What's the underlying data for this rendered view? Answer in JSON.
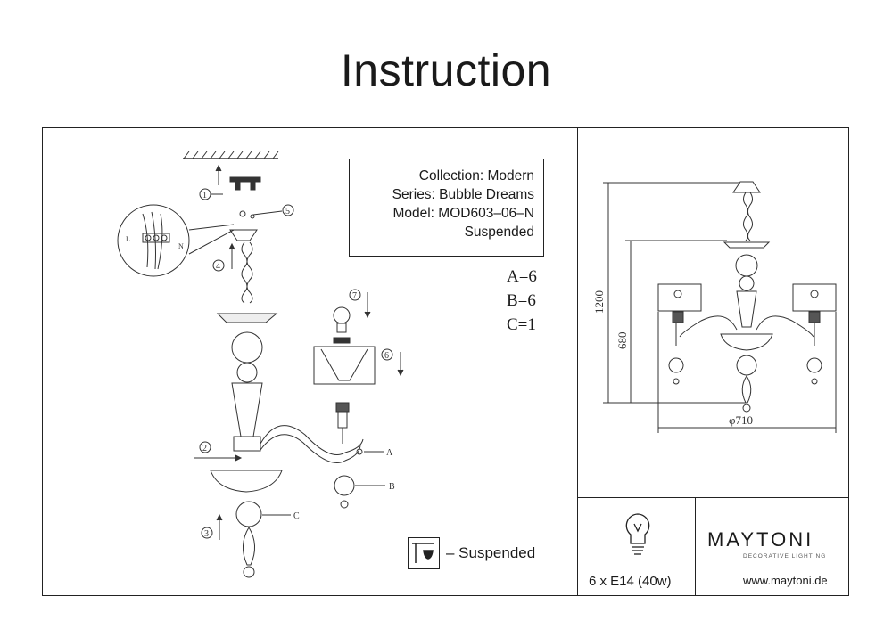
{
  "title": "Instruction",
  "info": {
    "collection": "Collection: Modern",
    "series": "Series: Bubble Dreams",
    "model": "Model: MOD603–06–N",
    "type": "Suspended"
  },
  "counts": [
    "A=6",
    "B=6",
    "C=1"
  ],
  "steps": [
    "1",
    "2",
    "3",
    "4",
    "5",
    "6",
    "7"
  ],
  "part_labels": [
    "A",
    "B",
    "C"
  ],
  "wire_labels": [
    "L",
    "N"
  ],
  "dimensions": {
    "total_height": "1200",
    "body_height": "680",
    "diameter": "φ710"
  },
  "legend": {
    "suspended_label": "– Suspended"
  },
  "lamp_spec": "6 x E14 (40w)",
  "brand": {
    "name": "MAYTONI",
    "tagline": "DECORATIVE LIGHTING",
    "website": "www.maytoni.de"
  }
}
